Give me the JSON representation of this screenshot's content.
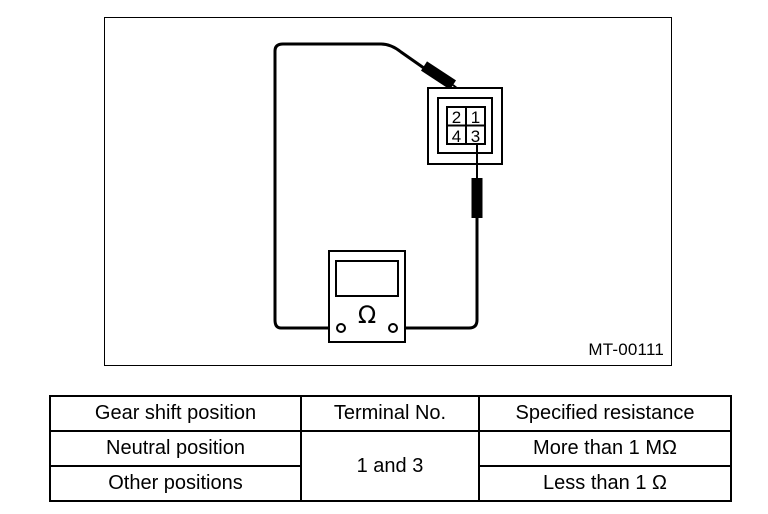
{
  "diagram": {
    "id_label": "MT-00111",
    "connector_pins": [
      "2",
      "1",
      "4",
      "3"
    ],
    "meter_symbol": "Ω",
    "meter_icon": "ohmmeter-icon",
    "probe_icon": "test-probe-icon"
  },
  "table": {
    "headers": [
      "Gear shift position",
      "Terminal No.",
      "Specified resistance"
    ],
    "rows": [
      {
        "position": "Neutral position",
        "resistance": "More than 1 MΩ"
      },
      {
        "position": "Other positions",
        "resistance": "Less than 1 Ω"
      }
    ],
    "terminal_value": "1 and 3"
  }
}
